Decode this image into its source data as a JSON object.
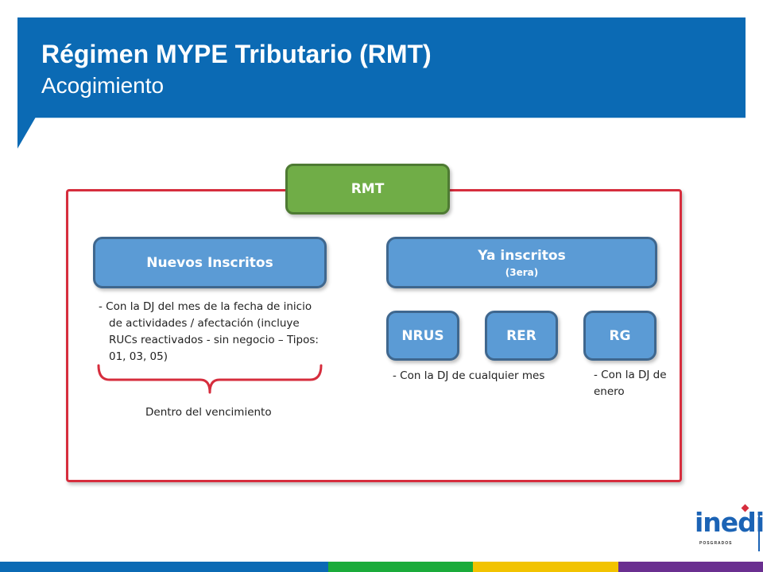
{
  "header": {
    "title": "Régimen MYPE Tributario (RMT)",
    "subtitle": "Acogimiento"
  },
  "diagram": {
    "root": {
      "label": "RMT"
    },
    "nuevos": {
      "label": "Nuevos Inscritos",
      "note": "- Con la DJ del mes de la fecha de inicio de actividades / afectación (incluye RUCs reactivados - sin negocio – Tipos: 01, 03, 05)",
      "brace_label": "Dentro del vencimiento"
    },
    "ya_inscritos": {
      "label": "Ya inscritos",
      "sublabel": "(3era)",
      "children": [
        {
          "label": "NRUS"
        },
        {
          "label": "RER"
        },
        {
          "label": "RG"
        }
      ],
      "note_nrus_rer": "- Con la DJ de cualquier mes",
      "note_rg": "- Con la DJ de enero"
    }
  },
  "logo": {
    "word": "inedi",
    "sub": "POSGRADOS"
  },
  "colors": {
    "header": "#0b6ab4",
    "frame": "#d62d3d",
    "green_node": "#70ad47",
    "blue_node": "#5b9bd5",
    "footer": [
      "#0b6ab4",
      "#1aab3a",
      "#f2c300",
      "#6a2f90"
    ]
  }
}
